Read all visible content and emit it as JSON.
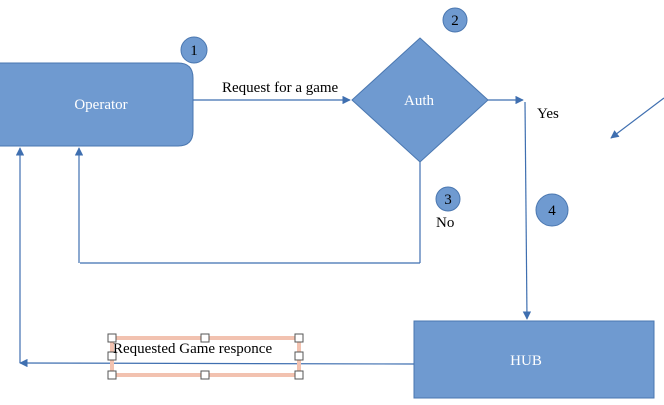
{
  "nodes": {
    "operator": {
      "label": "Operator"
    },
    "auth": {
      "label": "Auth"
    },
    "hub": {
      "label": "HUB"
    }
  },
  "edges": {
    "request": {
      "label": "Request for a game"
    },
    "yes": {
      "label": "Yes"
    },
    "no": {
      "label": "No"
    },
    "response": {
      "label": "Requested Game responce"
    }
  },
  "badges": [
    "1",
    "2",
    "3",
    "4"
  ],
  "colors": {
    "shape_fill": "#6f9ad0",
    "shape_stroke": "#4a77b0",
    "connector": "#3f6fb0",
    "badge_fill": "#6f9ad0",
    "selection": "#f2c2b0"
  }
}
